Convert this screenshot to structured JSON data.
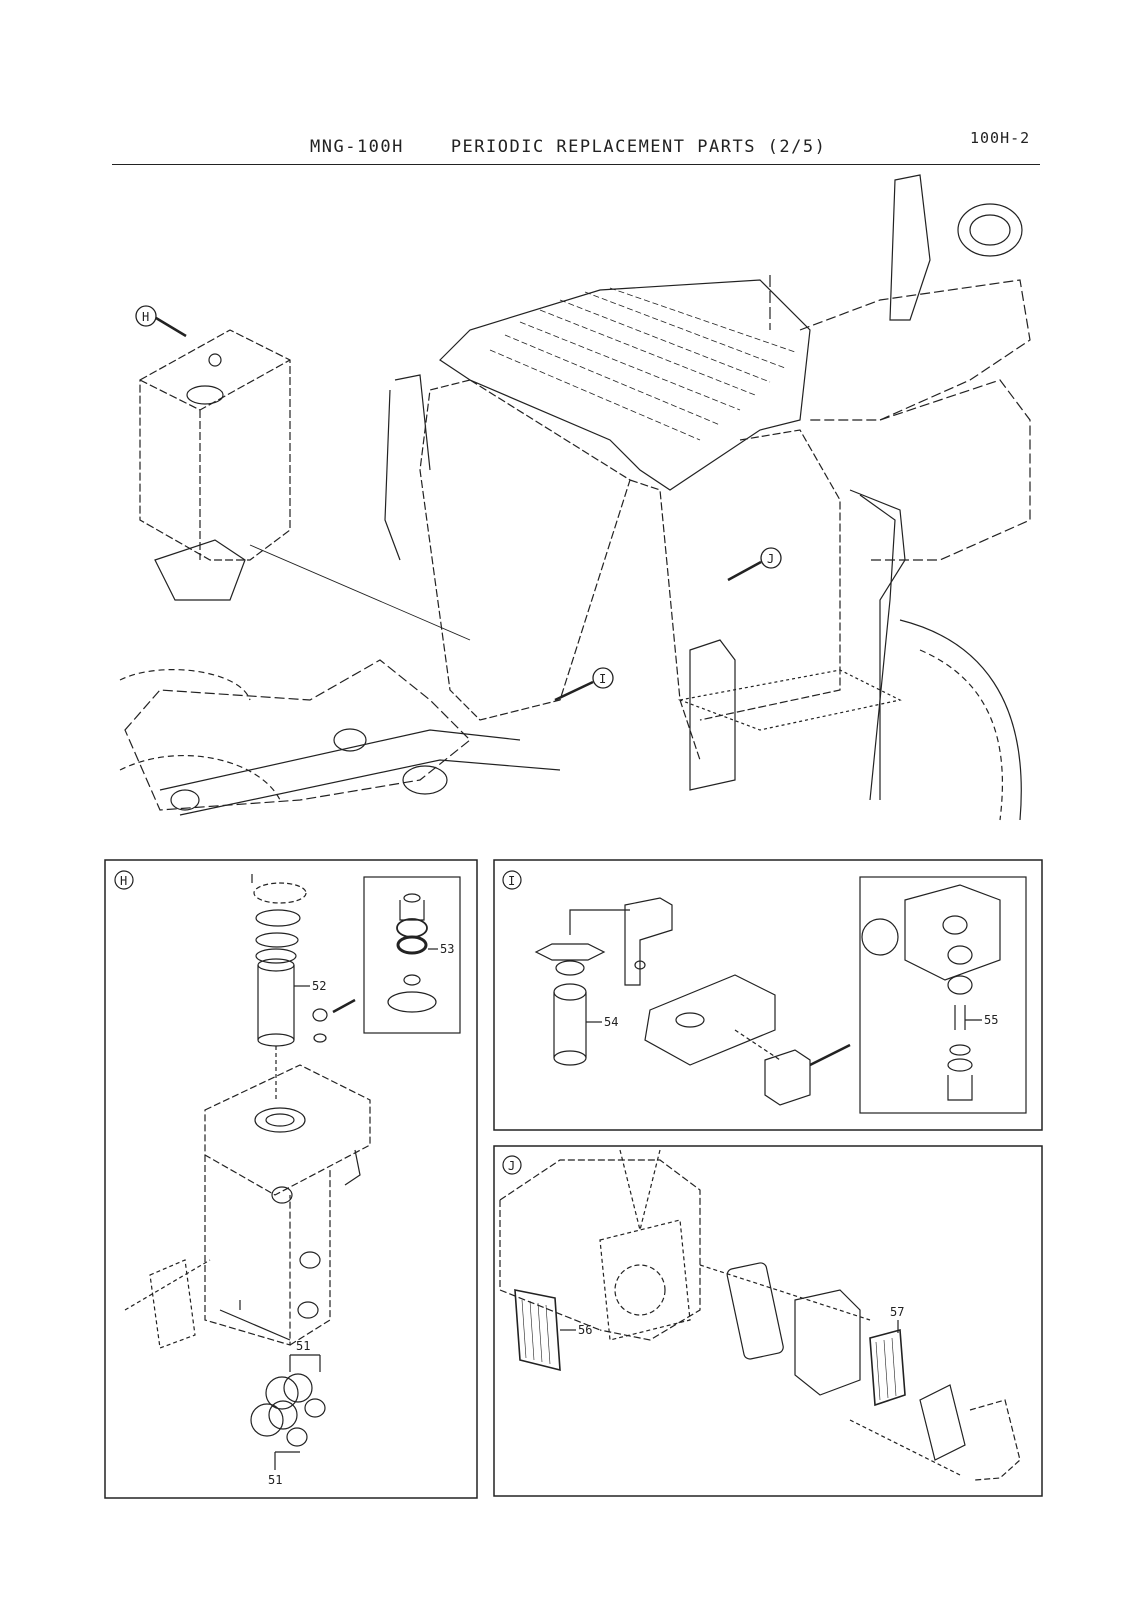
{
  "header": {
    "page_number": "100H-2",
    "title": "MNG-100H    PERIODIC REPLACEMENT PARTS (2/5)"
  },
  "callouts": {
    "H": "H",
    "I": "I",
    "J": "J"
  },
  "panels": {
    "H": {
      "label": "H",
      "parts": [
        "52",
        "53",
        "51",
        "51"
      ]
    },
    "I": {
      "label": "I",
      "parts": [
        "54",
        "55"
      ]
    },
    "J": {
      "label": "J",
      "parts": [
        "56",
        "57"
      ]
    }
  }
}
